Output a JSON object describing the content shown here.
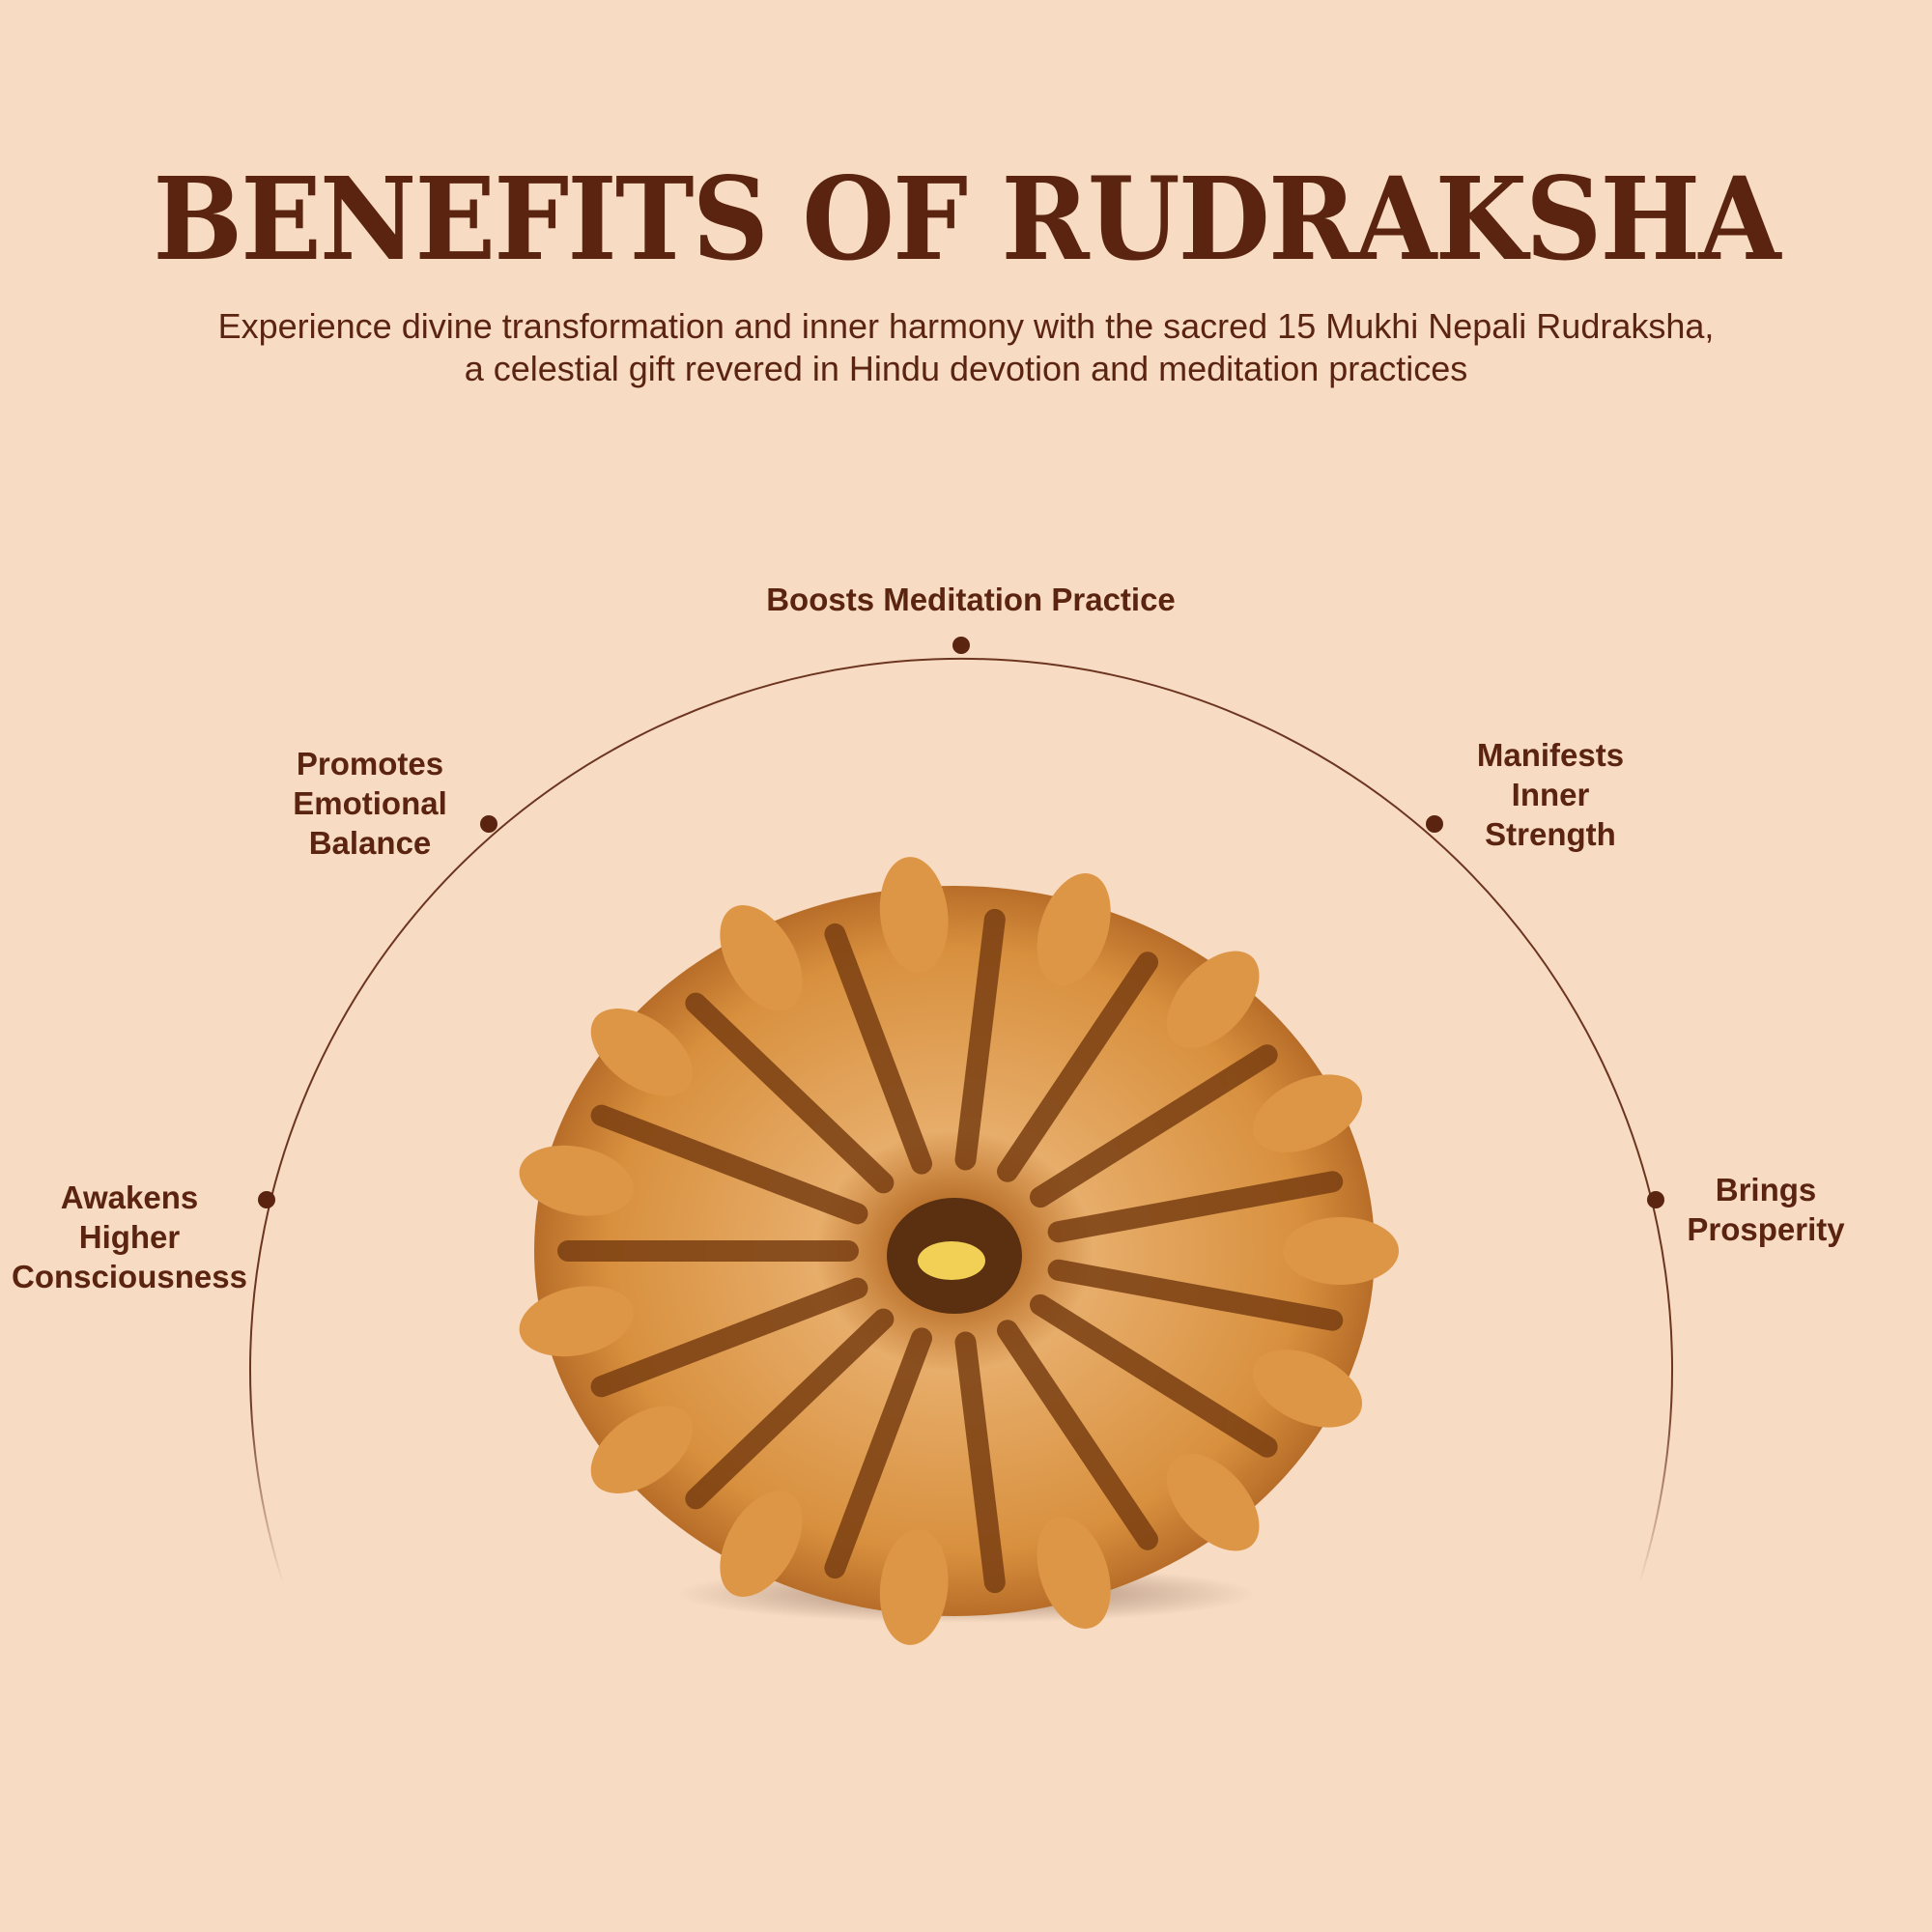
{
  "header": {
    "title": "BENEFITS OF RUDRAKSHA",
    "subtitle_line1": "Experience divine transformation and inner harmony with the sacred 15 Mukhi Nepali Rudraksha,",
    "subtitle_line2": "a celestial gift revered in Hindu devotion and meditation practices"
  },
  "benefits": [
    {
      "lines": [
        "Awakens",
        "Higher",
        "Consciousness"
      ]
    },
    {
      "lines": [
        "Promotes",
        "Emotional",
        "Balance"
      ]
    },
    {
      "lines": [
        "Boosts Meditation Practice"
      ]
    },
    {
      "lines": [
        "Manifests",
        "Inner",
        "Strength"
      ]
    },
    {
      "lines": [
        "Brings",
        "Prosperity"
      ]
    }
  ],
  "colors": {
    "background": "#f8dbc3",
    "text": "#5a2410",
    "bead": "#d9913a"
  },
  "image": {
    "icon": "rudraksha-bead-icon"
  }
}
